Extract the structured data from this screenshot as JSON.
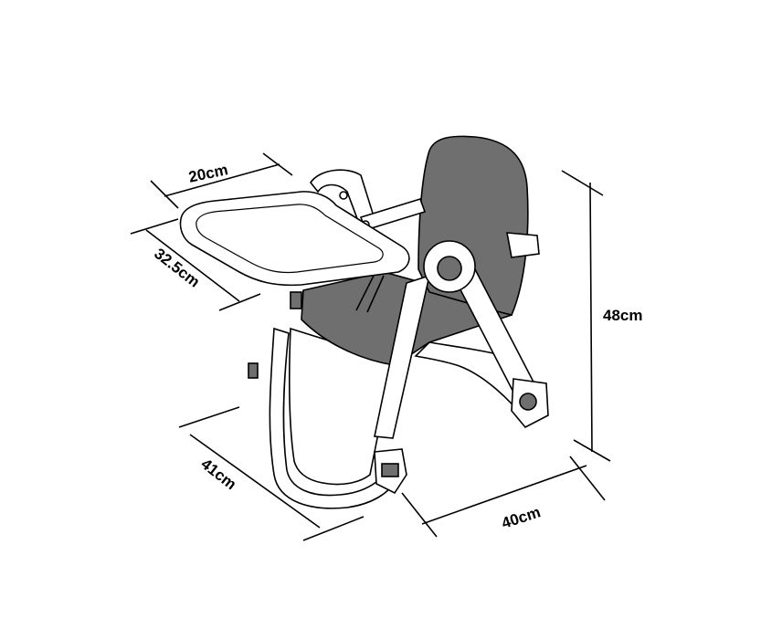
{
  "dimensions": {
    "tray_depth": "20cm",
    "tray_width": "32.5cm",
    "height": "48cm",
    "base_depth": "41cm",
    "base_width": "40cm"
  },
  "colors": {
    "seat_fill": "#6f6f6f",
    "line": "#000000",
    "strap_accent": "#c0392b",
    "background": "#ffffff"
  }
}
